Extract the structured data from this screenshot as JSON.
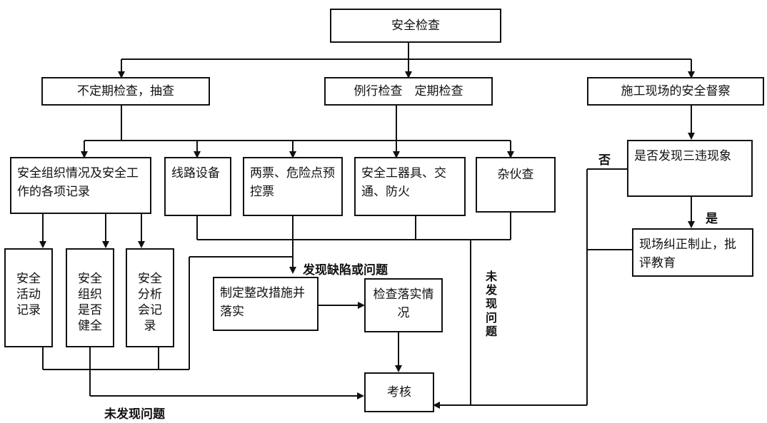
{
  "nodes": {
    "root": "安全检查",
    "irregular": "不定期检查，抽查",
    "routine": "例行检查　定期检查",
    "site": "施工现场的安全督察",
    "records": "安全组织情况及安全工作的各项记录",
    "lines": "线路设备",
    "tickets": "两票、危险点预控票",
    "tools": "安全工器具、交通、防火",
    "misc": "杂伙查",
    "three_violations": "是否发现三违现象",
    "correct": "现场纠正制止，批评教育",
    "activity_records": "安全\n活动\n记录",
    "org_sound": "安全\n组织\n是否\n健全",
    "analysis_records": "安全\n分析\n会记\n录",
    "rectify": "制定整改措施并落实",
    "check_impl": "检查落实情况",
    "assess": "考核"
  },
  "labels": {
    "found_problem": "发现缺陷或问题",
    "no_problem_bottom": "未发现问题",
    "no_problem_vertical": "未\n发\n现\n问\n题",
    "no": "否",
    "yes": "是"
  }
}
